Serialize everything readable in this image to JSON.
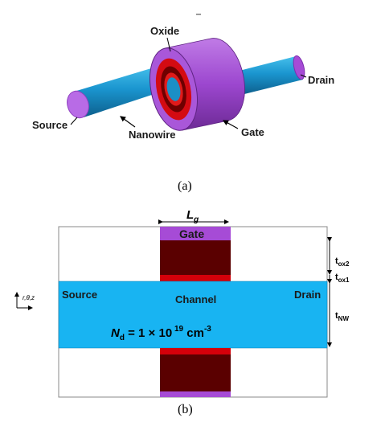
{
  "panel_a": {
    "labels": {
      "oxide": "Oxide",
      "drain": "Drain",
      "source": "Source",
      "nanowire": "Nanowire",
      "gate": "Gate"
    },
    "caption": "(a)"
  },
  "panel_b": {
    "gate_length_symbol": "L",
    "gate_length_subscript": "g",
    "gate": "Gate",
    "source": "Source",
    "channel": "Channel",
    "drain": "Drain",
    "t_ox2": "t",
    "t_ox2_sub": "ox2",
    "t_ox1": "t",
    "t_ox1_sub": "ox1",
    "t_nw": "t",
    "t_nw_sub": "NW",
    "coord_label": "r,θ,z",
    "doping": {
      "symbol": "N",
      "subscript": "d",
      "equals": " = 1 × 10",
      "exponent": " 19",
      "unit": " cm",
      "unit_exp": "-3"
    },
    "caption": "(b)"
  },
  "colors": {
    "nanowire_blue": "#1e9ed6",
    "gate_purple": "#a64bd6",
    "oxide_red": "#d4000a",
    "oxide_dark": "#5a0000",
    "channel_cyan": "#18b4f2"
  }
}
